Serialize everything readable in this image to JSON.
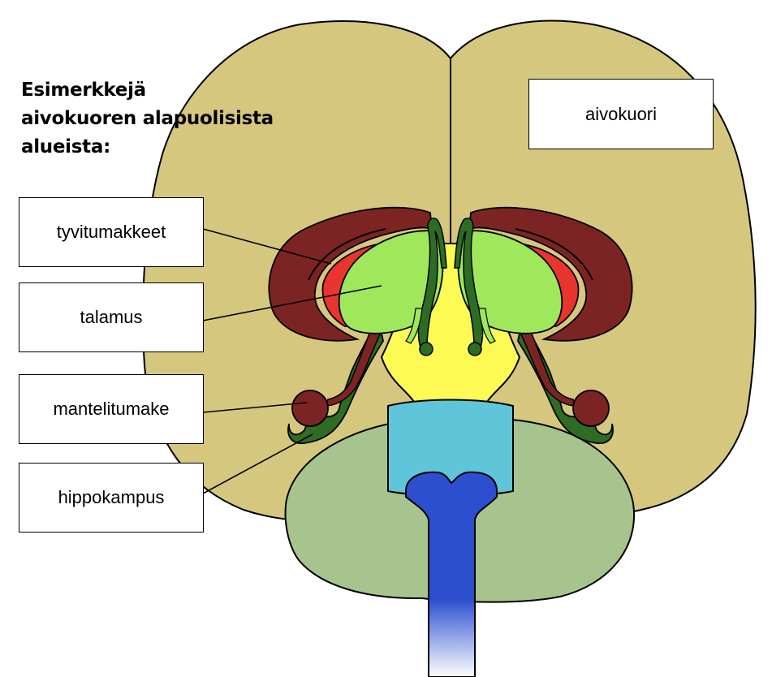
{
  "heading": {
    "lines": [
      "Esimerkkejä",
      "aivokuoren alapuolisista",
      "alueista:"
    ]
  },
  "labels": {
    "cortex": "aivokuori",
    "basal_ganglia": "tyvitumakkeet",
    "thalamus": "talamus",
    "amygdala": "mantelitumake",
    "hippocampus": "hippokampus"
  },
  "colors": {
    "cortex": "#d6c77f",
    "cerebellum": "#a8c48e",
    "basal_ganglia": "#7c2424",
    "putamen": "#e8352e",
    "thalamus": "#9fe85c",
    "hippocampus": "#2e6b23",
    "midbrain": "#fdfb53",
    "pons": "#5fc5d8",
    "spinal_cord": "#2c4fd0"
  }
}
